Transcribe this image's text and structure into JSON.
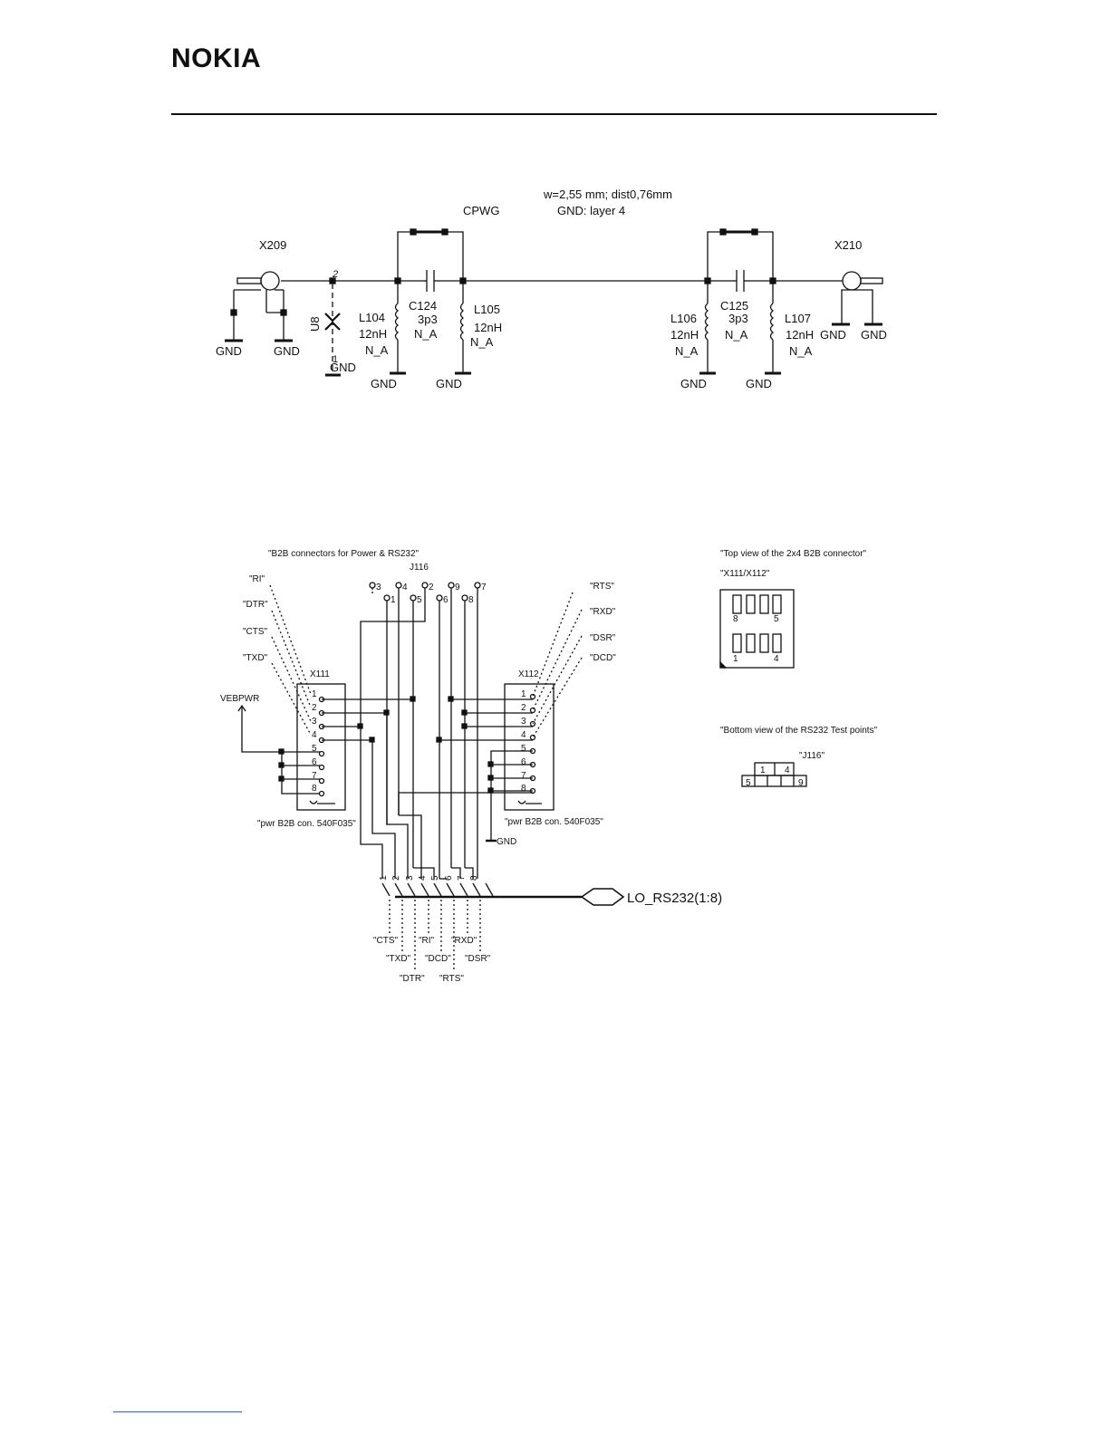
{
  "header": {
    "logo_text": "NOKIA"
  },
  "rf": {
    "note_line1": "w=2,55 mm; dist0,76mm",
    "note_line2": "GND: layer 4",
    "cpwg": "CPWG",
    "x209": "X209",
    "x210": "X210",
    "u8": "U8",
    "u8_pin2": "2",
    "u8_pin1": "1",
    "gnd": "GND",
    "c124": {
      "ref": "C124",
      "value": "3p3",
      "na": "N_A"
    },
    "c125": {
      "ref": "C125",
      "value": "3p3",
      "na": "N_A"
    },
    "l104": {
      "ref": "L104",
      "value": "12nH",
      "na": "N_A"
    },
    "l105": {
      "ref": "L105",
      "value": "12nH",
      "na": "N_A"
    },
    "l106": {
      "ref": "L106",
      "value": "12nH",
      "na": "N_A"
    },
    "l107": {
      "ref": "L107",
      "value": "12nH",
      "na": "N_A"
    }
  },
  "rs232": {
    "b2b_title": "\"B2B connectors for Power & RS232\"",
    "j116": "J116",
    "j116_pins_top": [
      "3",
      "4",
      "2",
      "9",
      "7"
    ],
    "j116_pins_bottom": [
      "1",
      "5",
      "6",
      "8"
    ],
    "left_signals": [
      "\"RI\"",
      "\"DTR\"",
      "\"CTS\"",
      "\"TXD\""
    ],
    "right_signals": [
      "\"RTS\"",
      "\"RXD\"",
      "\"DSR\"",
      "\"DCD\""
    ],
    "x111": "X111",
    "x112": "X112",
    "pins": [
      "1",
      "2",
      "3",
      "4",
      "5",
      "6",
      "7",
      "8"
    ],
    "vebpwr": "VEBPWR",
    "pwr_left": "\"pwr B2B con. 540F035\"",
    "pwr_right": "\"pwr B2B con. 540F035\"",
    "gnd": "GND",
    "bus_label": "LO_RS232(1:8)",
    "bus_taps": [
      "1",
      "2",
      "3",
      "4",
      "5",
      "6",
      "7",
      "8"
    ],
    "bottom_row1": [
      "\"CTS\"",
      "\"RI\"",
      "\"RXD\""
    ],
    "bottom_row2": [
      "\"TXD\"",
      "\"DCD\"",
      "\"DSR\""
    ],
    "bottom_row3": [
      "\"DTR\"",
      "\"RTS\""
    ]
  },
  "topview": {
    "title": "\"Top view of the 2x4 B2B connector\"",
    "sub": "\"X111/X112\"",
    "pin8": "8",
    "pin5": "5",
    "pin1": "1",
    "pin4": "4"
  },
  "bottomview": {
    "title": "\"Bottom view of the  RS232 Test points\"",
    "sub": "\"J116\"",
    "pin1": "1",
    "pin4": "4",
    "pin5": "5",
    "pin9": "9"
  }
}
